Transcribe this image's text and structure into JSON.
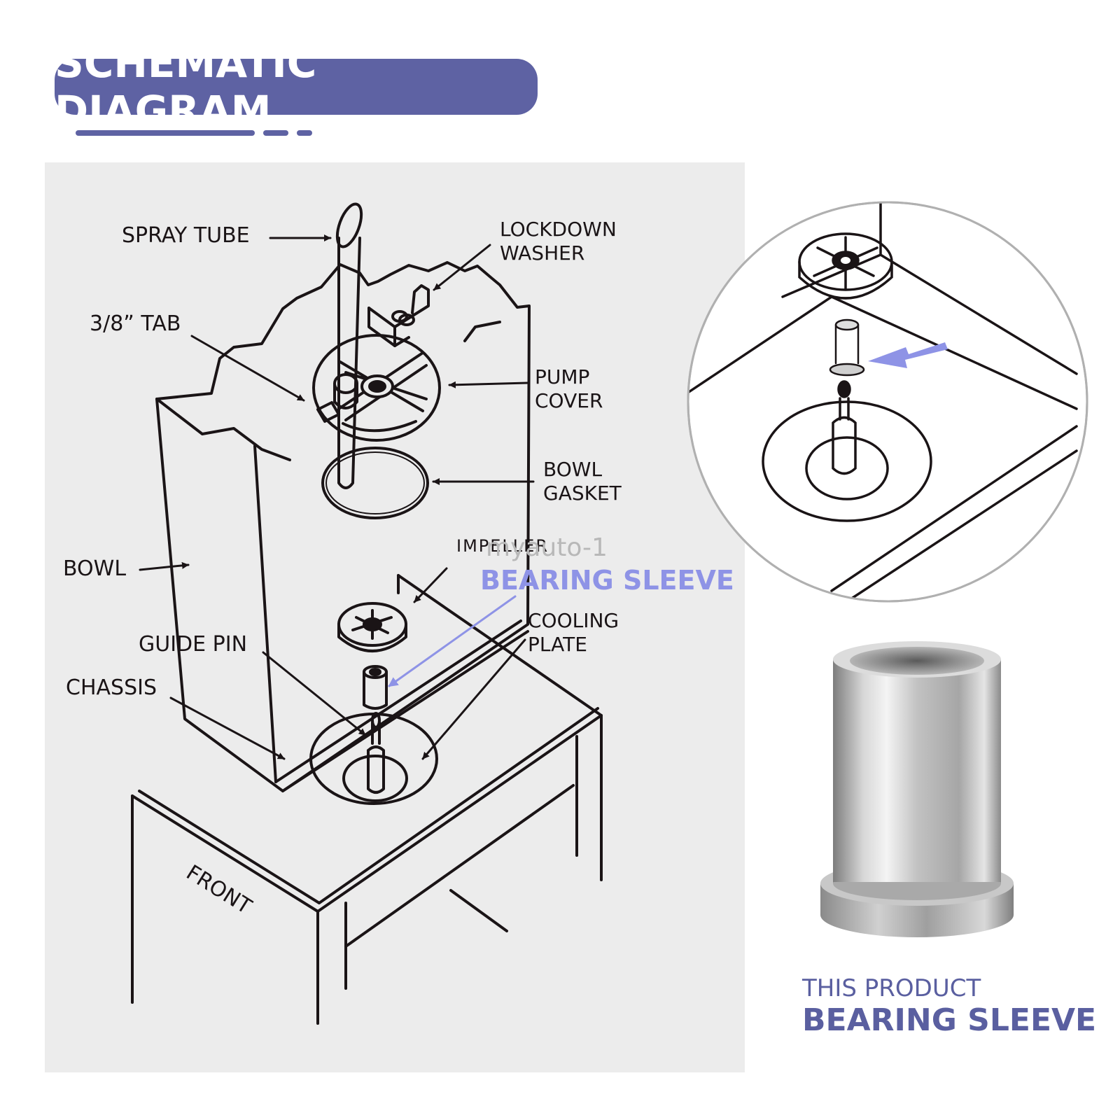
{
  "header": {
    "title": "SCHEMATIC DIAGRAM"
  },
  "colors": {
    "brand": "#5e62a3",
    "highlight": "#8e93e6",
    "panel": "#ececec",
    "ink": "#1a1416"
  },
  "labels": {
    "spray_tube": "SPRAY TUBE",
    "lockdown_washer_1": "LOCKDOWN",
    "lockdown_washer_2": "WASHER",
    "tab": "3/8”  TAB",
    "pump_cover_1": "PUMP",
    "pump_cover_2": "COVER",
    "bowl_gasket_1": "BOWL",
    "bowl_gasket_2": "GASKET",
    "bowl": "BOWL",
    "impeller": "IMPELLER",
    "watermark": "myauto-1",
    "bearing_sleeve": "BEARING SLEEVE",
    "cooling_plate_1": "COOLING",
    "cooling_plate_2": "PLATE",
    "guide_pin": "GUIDE PIN",
    "chassis": "CHASSIS",
    "front": "FRONT"
  },
  "product": {
    "caption_top": "THIS PRODUCT",
    "caption_bottom": "BEARING SLEEVE"
  }
}
